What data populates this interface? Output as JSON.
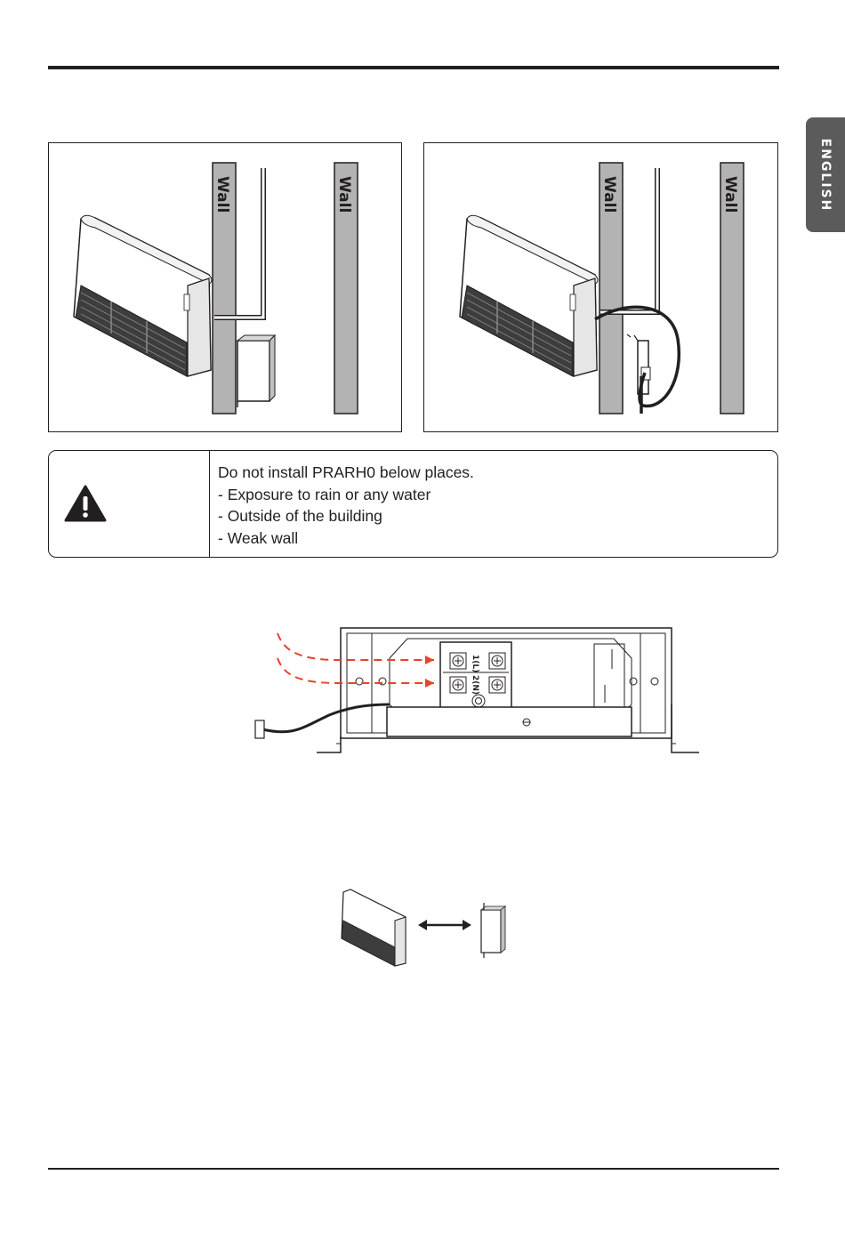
{
  "header": {
    "language_tab": "ENGLISH"
  },
  "figure_left": {
    "wall_labels": [
      "Wall",
      "Wall"
    ]
  },
  "figure_right": {
    "wall_labels": [
      "Wall",
      "Wall"
    ]
  },
  "caution": {
    "icon": "warning-triangle-icon",
    "lines": [
      "Do not install PRARH0 below places.",
      "- Exposure to rain or any water",
      "- Outside of the building",
      "- Weak wall"
    ]
  },
  "terminal_figure": {
    "terminal_labels": [
      "1(L)",
      "2(N)"
    ],
    "arrow_color": "#e8422e"
  },
  "connection_figure": {
    "icon": "double-arrow-icon"
  }
}
